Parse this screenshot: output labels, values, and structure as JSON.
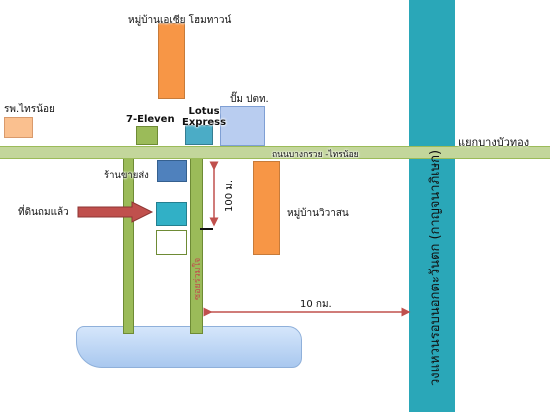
{
  "labels": {
    "village_top": "หมู่บ้านเอเซีย โฮมทาวน์",
    "hospital": "รพ.ไทรน้อย",
    "seven_eleven": "7-Eleven",
    "lotus": "Lotus\nExpress",
    "ptt": "ปั๊ม ปตท.",
    "junction": "แยกบางบัวทอง",
    "main_road": "ถนนบางกรวย -ไทรน้อย",
    "shop": "ร้านขายส่ง",
    "distance_100m": "100 ม.",
    "land": "ที่ดินถมแล้ว",
    "village_right": "หมู่บ้านวิวาสน",
    "soi": "ซอยร่วมใจ",
    "distance_10km": "10 กม.",
    "ring_road": "วงแหวนรอบนอกตะวันตก (กาญจนาภิเษก)"
  },
  "colors": {
    "road_green": "#9bbb59",
    "road_border": "#6e8b35",
    "ring_teal": "#2aa7b8",
    "village_orange": "#f79646",
    "hospital_orange": "#fac08f",
    "shop_blue": "#4f81bd",
    "land_teal": "#31b0c6",
    "lotus_teal": "#4bacc6",
    "ptt_blue": "#b9cdf0",
    "arrow_red": "#c0504d",
    "canal_blue": "#bcd6f5"
  }
}
